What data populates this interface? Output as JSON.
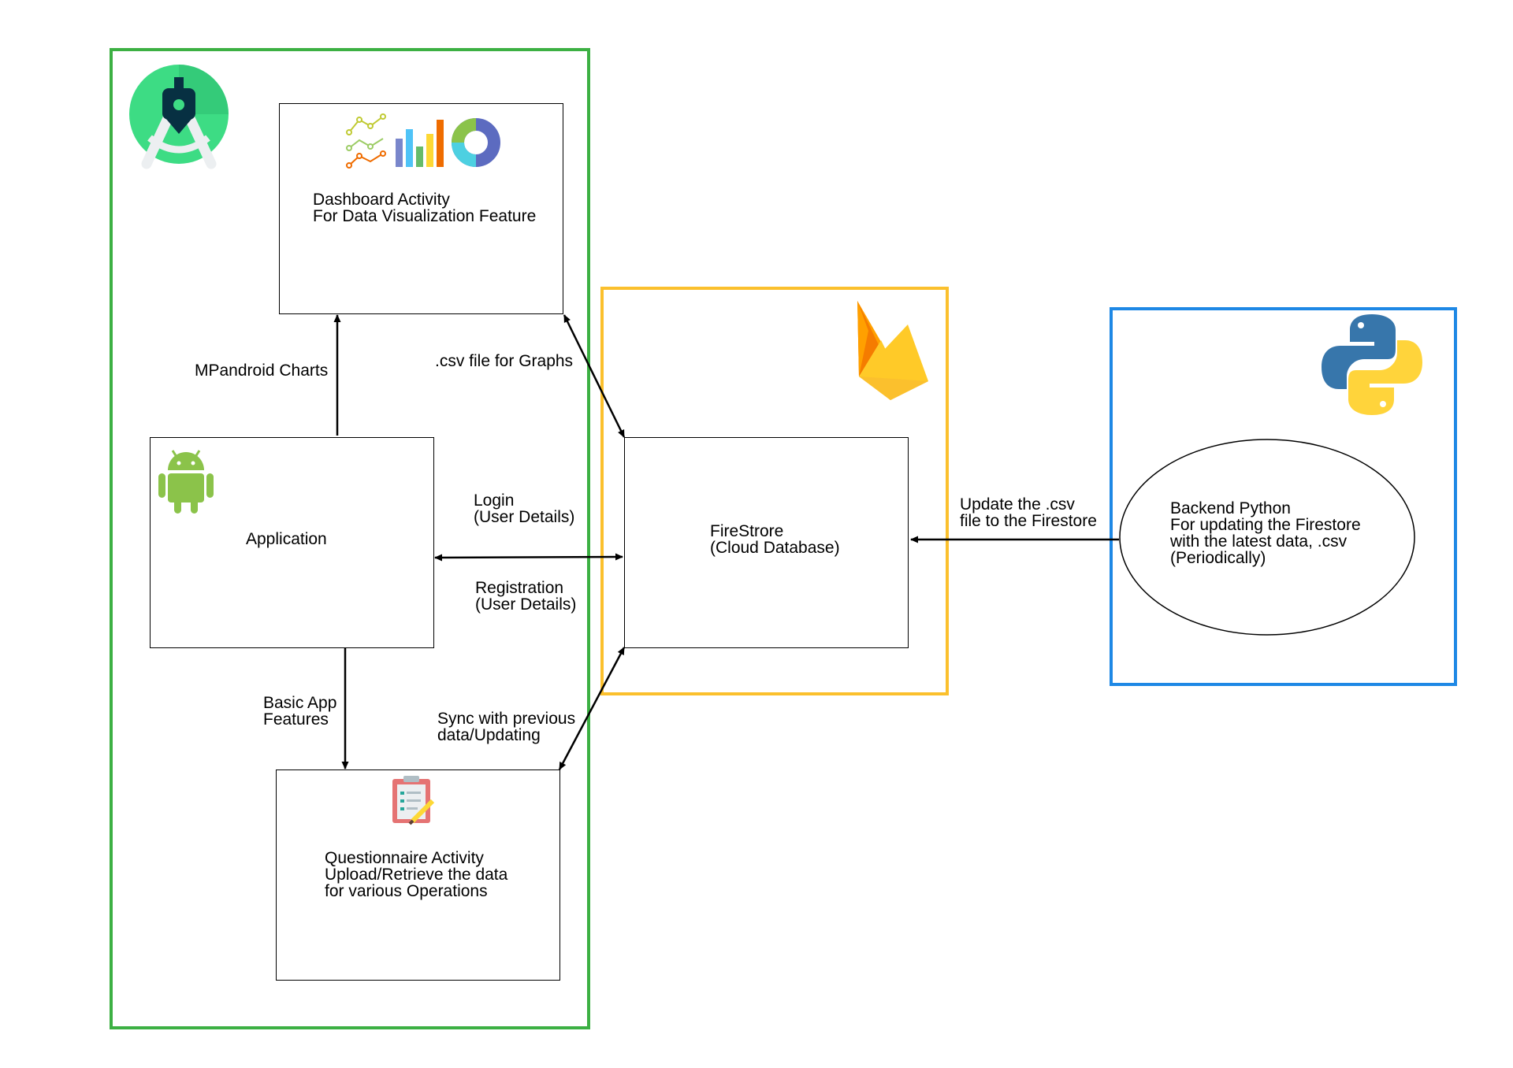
{
  "colors": {
    "android_frame": "#3cb043",
    "firebase_frame": "#fbc02d",
    "python_frame": "#1e88e5",
    "line": "#000000"
  },
  "nodes": {
    "dashboard": {
      "title": "Dashboard Activity",
      "subtitle": "For Data Visualization Feature",
      "icon": "chart-icons"
    },
    "application": {
      "title": "Application",
      "icon": "android-robot-icon"
    },
    "questionnaire": {
      "line1": "Questionnaire Activity",
      "line2": "Upload/Retrieve the data",
      "line3": "for various Operations",
      "icon": "clipboard-icon"
    },
    "firestore": {
      "line1": "FireStrore",
      "line2": "(Cloud Database)",
      "icon": "firebase-icon"
    },
    "backend": {
      "line1": "Backend Python",
      "line2": "For updating the Firestore",
      "line3": "with the latest data, .csv",
      "line4": "(Periodically)",
      "icon": "python-icon"
    }
  },
  "edges": {
    "mpandroid": "MPandroid Charts",
    "csv_graphs": ".csv file for Graphs",
    "login_1": "Login",
    "login_2": "(User Details)",
    "registration_1": "Registration",
    "registration_2": "(User Details)",
    "basic_1": "Basic App",
    "basic_2": "Features",
    "sync_1": "Sync with previous",
    "sync_2": "data/Updating",
    "update_1": "Update the .csv",
    "update_2": "file to the Firestore"
  },
  "logos": {
    "android_studio": "android-studio-icon"
  }
}
